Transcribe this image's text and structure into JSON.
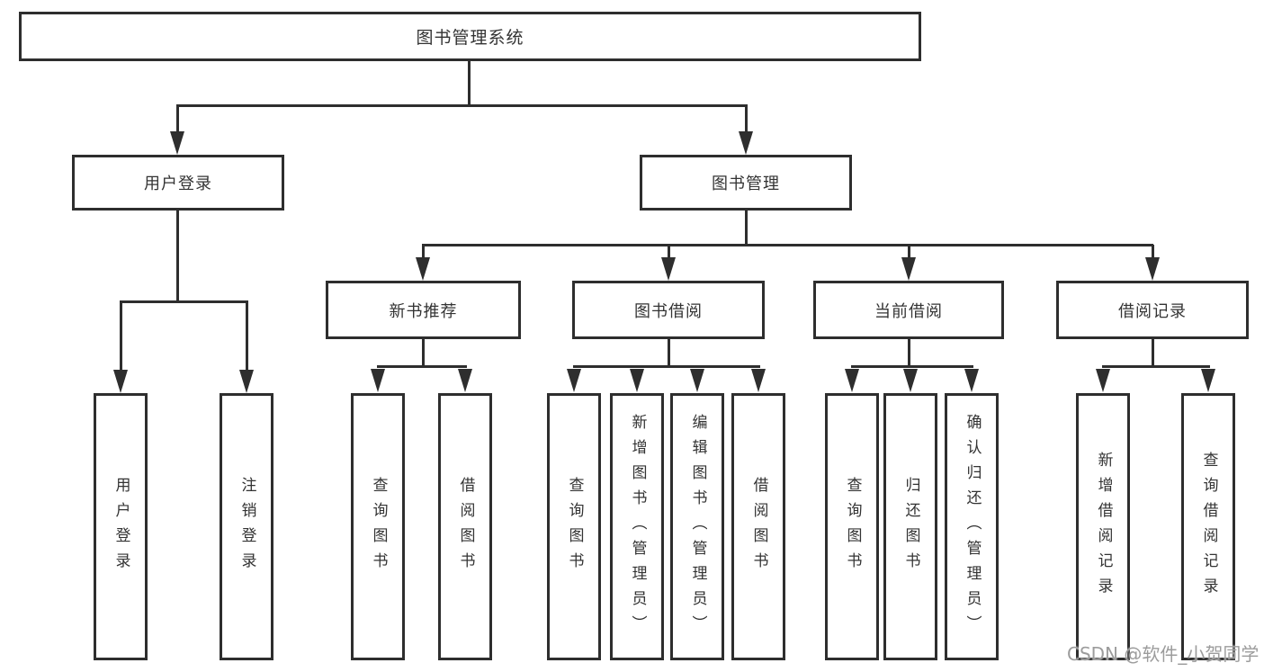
{
  "title": "图书管理系统",
  "level1": {
    "user_login": "用户登录",
    "book_management": "图书管理"
  },
  "level2": {
    "new_book_recommend": "新书推荐",
    "book_borrowing": "图书借阅",
    "current_borrowing": "当前借阅",
    "borrowing_records": "借阅记录"
  },
  "leaves": {
    "user_login": "用户登录",
    "logout": "注销登录",
    "rec_query_books": "查询图书",
    "rec_borrow_books": "借阅图书",
    "bor_query_books": "查询图书",
    "bor_add_books": "新增图书（管理员）",
    "bor_edit_books": "编辑图书（管理员）",
    "bor_borrow_books": "借阅图书",
    "cur_query_books": "查询图书",
    "cur_return_books": "归还图书",
    "cur_confirm_return": "确认归还（管理员）",
    "log_add_record": "新增借阅记录",
    "log_query_record": "查询借阅记录"
  },
  "watermark": "CSDN @软件_小贺同学",
  "colors": {
    "line": "#2e2e2e",
    "text": "#333333",
    "watermark": "#9c9c9c"
  }
}
